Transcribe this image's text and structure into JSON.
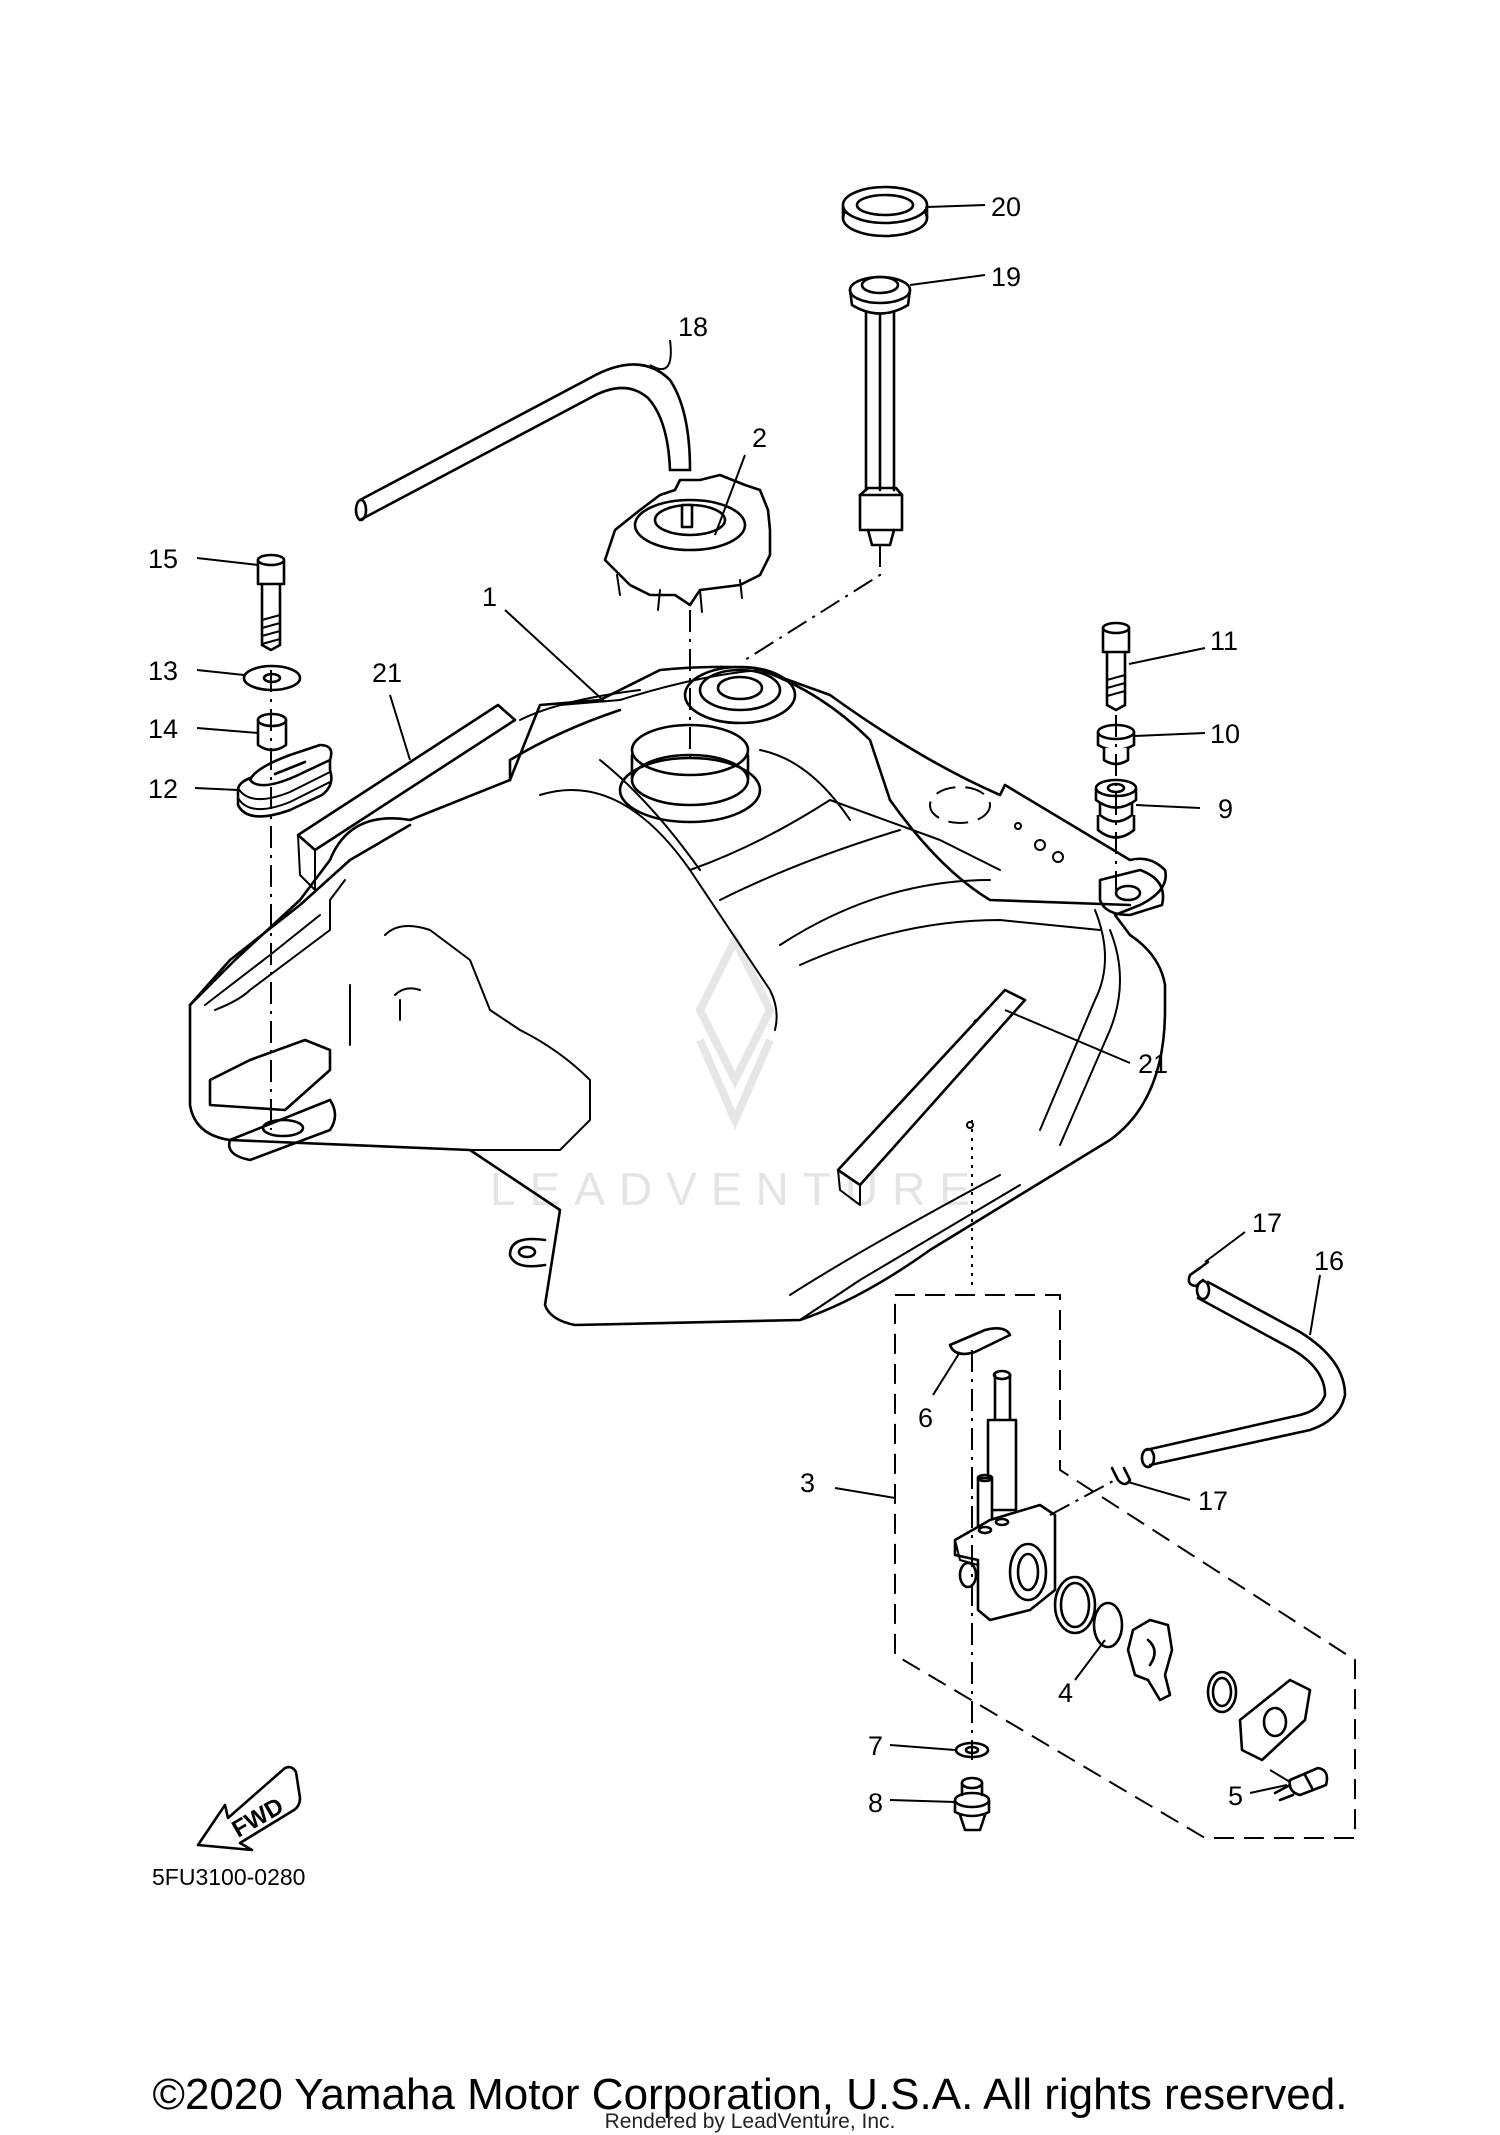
{
  "diagram": {
    "callouts": [
      {
        "id": "c20",
        "label": "20"
      },
      {
        "id": "c19",
        "label": "19"
      },
      {
        "id": "c18",
        "label": "18"
      },
      {
        "id": "c2",
        "label": "2"
      },
      {
        "id": "c15",
        "label": "15"
      },
      {
        "id": "c1",
        "label": "1"
      },
      {
        "id": "c13",
        "label": "13"
      },
      {
        "id": "c21a",
        "label": "21"
      },
      {
        "id": "c14",
        "label": "14"
      },
      {
        "id": "c12",
        "label": "12"
      },
      {
        "id": "c11",
        "label": "11"
      },
      {
        "id": "c10",
        "label": "10"
      },
      {
        "id": "c9",
        "label": "9"
      },
      {
        "id": "c21b",
        "label": "21"
      },
      {
        "id": "c17a",
        "label": "17"
      },
      {
        "id": "c16",
        "label": "16"
      },
      {
        "id": "c6",
        "label": "6"
      },
      {
        "id": "c3",
        "label": "3"
      },
      {
        "id": "c17b",
        "label": "17"
      },
      {
        "id": "c4",
        "label": "4"
      },
      {
        "id": "c7",
        "label": "7"
      },
      {
        "id": "c5",
        "label": "5"
      },
      {
        "id": "c8",
        "label": "8"
      }
    ],
    "fwd_label": "FWD",
    "diagram_code": "5FU3100-0280",
    "watermark_text": "LEADVENTURE"
  },
  "footer": {
    "copyright": "©2020 Yamaha Motor Corporation, U.S.A. All rights reserved.",
    "rendered_by": "Rendered by LeadVenture, Inc."
  }
}
